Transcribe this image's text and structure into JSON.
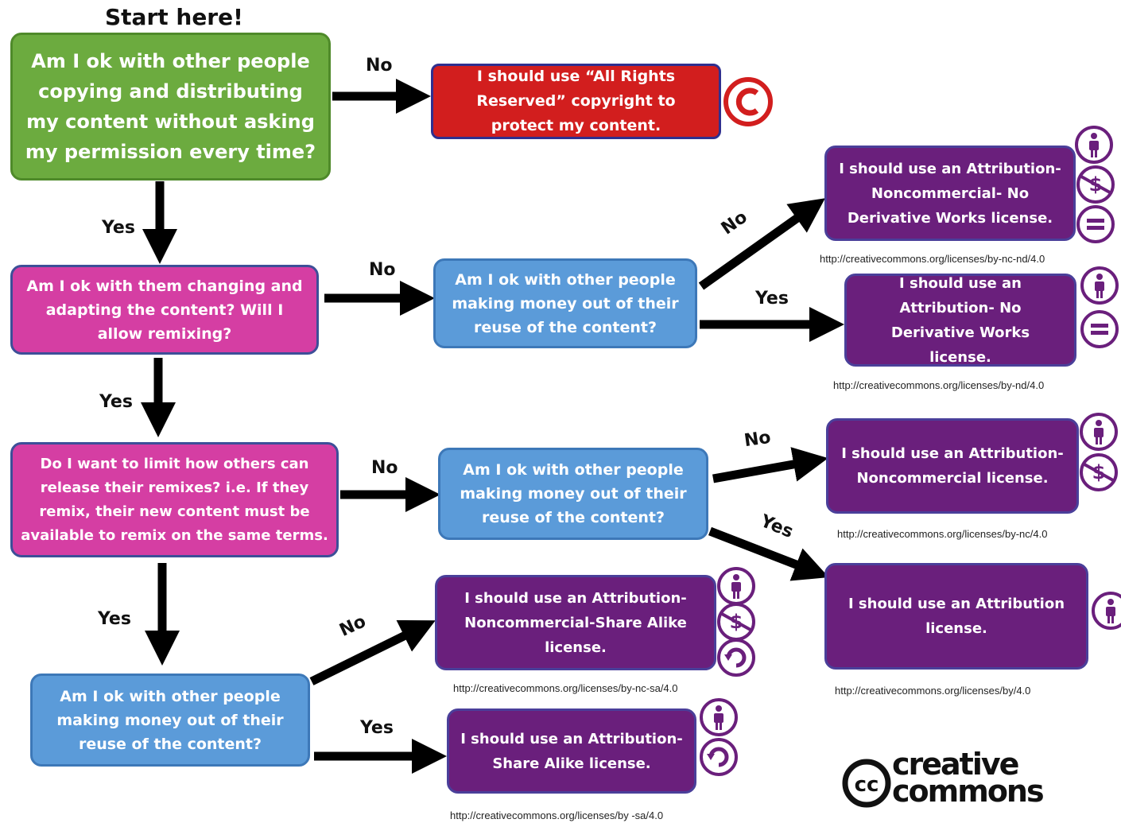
{
  "start_label": "Start here!",
  "q_copy": "Am I ok with other people copying and distributing my content without asking my permission every time?",
  "r_all_rights": "I should use “All Rights Reserved” copyright to protect my content.",
  "q_adapt": "Am I ok with them changing and adapting the content? Will I allow remixing?",
  "q_money_1": "Am I ok with other people making money out of their reuse of the content?",
  "r_by_nc_nd": "I should use an Attribution- Noncommercial- No Derivative Works license.",
  "r_by_nd": "I should use an Attribution- No Derivative Works license.",
  "q_limit": "Do I want to limit how others can release their remixes? i.e. If they remix, their new content must be available to remix on the same terms.",
  "q_money_2": "Am I ok with other people making money out of their reuse of the content?",
  "r_by_nc": "I should use an Attribution- Noncommercial license.",
  "r_by": "I should use an Attribution license.",
  "q_money_3": "Am I ok with other people making money out of their reuse of the content?",
  "r_by_nc_sa": "I should use an Attribution- Noncommercial-Share Alike license.",
  "r_by_sa": "I should use an Attribution- Share Alike license.",
  "urls": {
    "by_nc_nd": "http://creativecommons.org/licenses/by-nc-nd/4.0",
    "by_nd": "http://creativecommons.org/licenses/by-nd/4.0",
    "by_nc": "http://creativecommons.org/licenses/by-nc/4.0",
    "by": "http://creativecommons.org/licenses/by/4.0",
    "by_nc_sa": "http://creativecommons.org/licenses/by-nc-sa/4.0",
    "by_sa": "http://creativecommons.org/licenses/by -sa/4.0"
  },
  "labels": {
    "no": "No",
    "yes": "Yes"
  },
  "logo": {
    "cc": "cc",
    "line1": "creative",
    "line2": "commons"
  },
  "colors": {
    "green": "#6cab3f",
    "red": "#d21e1e",
    "magenta": "#d53ea3",
    "blue": "#5b9bd9",
    "purple": "#6a1f7c",
    "icon_purple": "#6a1f7c"
  }
}
